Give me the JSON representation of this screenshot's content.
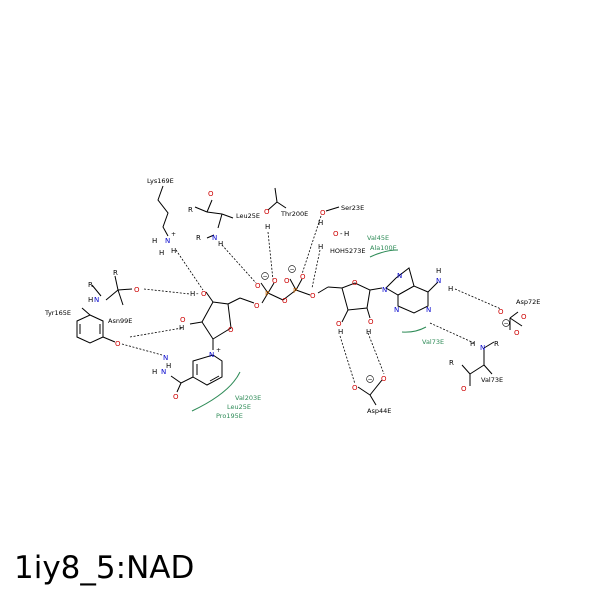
{
  "title": "1iy8_5:NAD",
  "residues": {
    "lys169": "Lys169E",
    "leu25_top": "Leu25E",
    "thr200": "Thr200E",
    "ser23": "Ser23E",
    "asn99": "Asn99E",
    "tyr165": "Tyr165E",
    "hoh": "HOH5273E",
    "asp72": "Asp72E",
    "val73_res": "Val73E",
    "asp44": "Asp44E"
  },
  "hydrophobic": {
    "val45": "Val45E",
    "ala100": "Ala100E",
    "val73": "Val73E",
    "val203": "Val203E",
    "leu25": "Leu25E",
    "pro195": "Pro195E"
  },
  "atoms": {
    "O": "O",
    "N": "N",
    "H": "H",
    "P": "P",
    "R": "R",
    "N_plus": "N",
    "plus": "+",
    "minus": "−"
  },
  "colors": {
    "oxygen": "#cc0000",
    "nitrogen": "#0000cc",
    "phosphorus": "#cc6600",
    "hydrophobic": "#2e8b57"
  }
}
